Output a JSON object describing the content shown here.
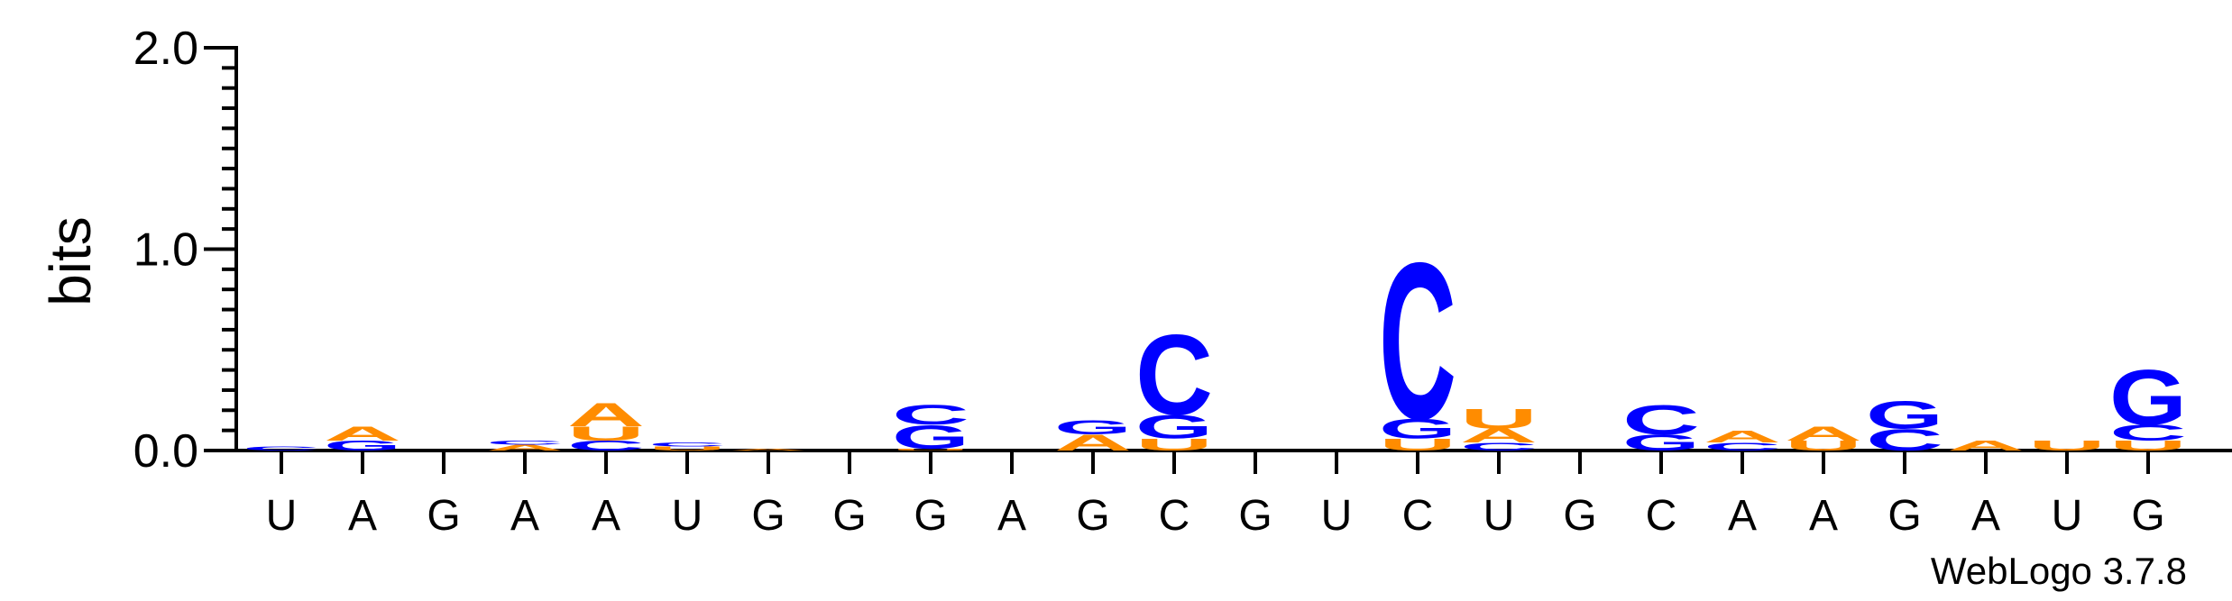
{
  "chart_data": {
    "type": "sequence-logo",
    "ylabel": "bits",
    "ylim": [
      0,
      2.0
    ],
    "yticks": [
      "0.0",
      "1.0",
      "2.0"
    ],
    "positions": [
      "U",
      "A",
      "G",
      "A",
      "A",
      "U",
      "G",
      "G",
      "G",
      "A",
      "G",
      "C",
      "G",
      "U",
      "C",
      "U",
      "G",
      "C",
      "A",
      "A",
      "G",
      "A",
      "U",
      "G"
    ],
    "colors": {
      "A": "#ff8c00",
      "U": "#ff8c00",
      "C": "#0000ff",
      "G": "#0000ff"
    },
    "stacks": [
      [
        [
          "C",
          0.02
        ]
      ],
      [
        [
          "G",
          0.05
        ],
        [
          "A",
          0.07
        ]
      ],
      [],
      [
        [
          "A",
          0.03
        ],
        [
          "C",
          0.02
        ]
      ],
      [
        [
          "C",
          0.05
        ],
        [
          "U",
          0.07
        ],
        [
          "A",
          0.12
        ]
      ],
      [
        [
          "U",
          0.02
        ],
        [
          "C",
          0.02
        ]
      ],
      [
        [
          "A",
          0.01
        ]
      ],
      [],
      [
        [
          "U",
          0.01
        ],
        [
          "G",
          0.12
        ],
        [
          "C",
          0.1
        ]
      ],
      [],
      [
        [
          "A",
          0.08
        ],
        [
          "G",
          0.07
        ]
      ],
      [
        [
          "U",
          0.06
        ],
        [
          "G",
          0.12
        ],
        [
          "C",
          0.41
        ]
      ],
      [],
      [],
      [
        [
          "U",
          0.06
        ],
        [
          "G",
          0.1
        ],
        [
          "C",
          0.8
        ]
      ],
      [
        [
          "C",
          0.04
        ],
        [
          "A",
          0.07
        ],
        [
          "U",
          0.1
        ]
      ],
      [],
      [
        [
          "G",
          0.08
        ],
        [
          "C",
          0.15
        ]
      ],
      [
        [
          "C",
          0.04
        ],
        [
          "A",
          0.06
        ]
      ],
      [
        [
          "U",
          0.05
        ],
        [
          "A",
          0.07
        ]
      ],
      [
        [
          "C",
          0.11
        ],
        [
          "G",
          0.14
        ]
      ],
      [
        [
          "A",
          0.05
        ]
      ],
      [
        [
          "U",
          0.05
        ]
      ],
      [
        [
          "U",
          0.05
        ],
        [
          "C",
          0.08
        ],
        [
          "G",
          0.28
        ]
      ]
    ]
  },
  "credit": "WebLogo 3.7.8"
}
